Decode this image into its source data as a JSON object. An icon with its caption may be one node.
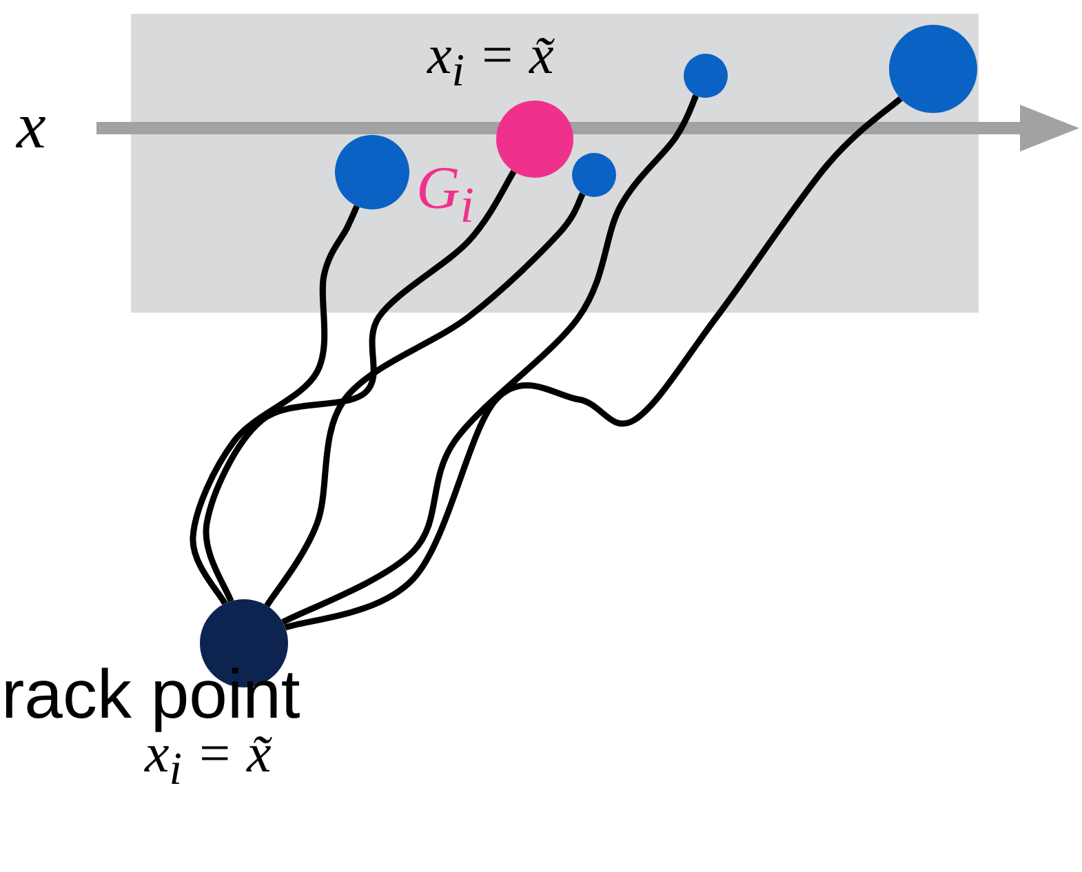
{
  "diagram": {
    "nodes": [
      {
        "text": [
          "x$_{i}$ = x̃"
        ]
      },
      {
        "text": [],
        "shape": "circle",
        "in": 0
      },
      {
        "text": [],
        "shape": "circle",
        "in": 0,
        "beside": [
          "G$_{i}$"
        ]
      },
      {
        "text": [],
        "shape": "circle",
        "in": 0
      },
      {
        "text": [],
        "shape": "circle",
        "in": 0
      },
      {
        "text": [],
        "shape": "circle",
        "in": 0
      },
      {
        "text": [],
        "shape": "circle",
        "beside": [
          "rack point",
          "x$_{i}$ = x̃"
        ]
      }
    ],
    "edges": [
      {
        "from": 6,
        "to": 1,
        "arrow": "none"
      },
      {
        "from": 6,
        "to": 2,
        "arrow": "none"
      },
      {
        "from": 6,
        "to": 3,
        "arrow": "none"
      },
      {
        "from": 6,
        "to": 4,
        "arrow": "none"
      },
      {
        "from": 6,
        "to": 5,
        "arrow": "none"
      }
    ],
    "labels": [
      "x"
    ]
  }
}
